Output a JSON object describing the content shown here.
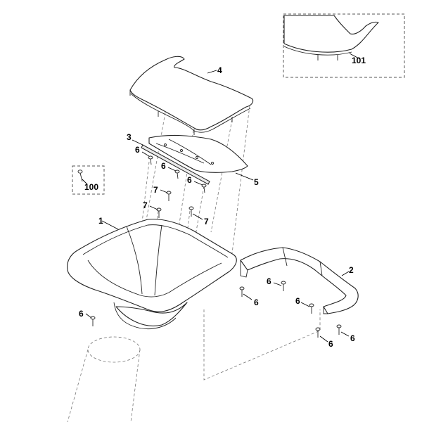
{
  "callouts": {
    "c1": "1",
    "c2": "2",
    "c3": "3",
    "c4": "4",
    "c5": "5",
    "c6a": "6",
    "c6b": "6",
    "c6c": "6",
    "c6d": "6",
    "c6e": "6",
    "c6f": "6",
    "c6g": "6",
    "c6h": "6",
    "c7a": "7",
    "c7b": "7",
    "c7c": "7",
    "c100": "100",
    "c101": "101"
  }
}
